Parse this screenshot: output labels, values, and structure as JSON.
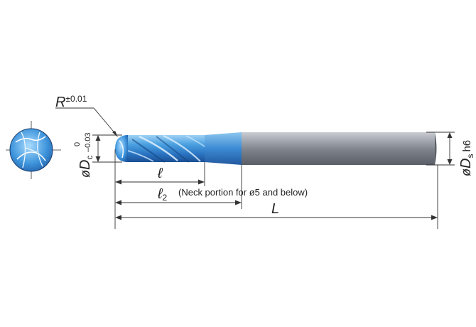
{
  "radius_label": {
    "symbol": "R",
    "tolerance": "±0.01"
  },
  "cutting_diameter_label": {
    "prefix": "ø",
    "symbol": "D",
    "subscript": "c",
    "tol_upper": "0",
    "tol_lower": "–0.03"
  },
  "shank_diameter_label": {
    "prefix": "ø",
    "symbol": "D",
    "subscript": "s",
    "tolerance": "h6"
  },
  "flute_length_label": {
    "symbol": "ℓ"
  },
  "neck_length_label": {
    "symbol": "ℓ",
    "subscript": "2",
    "note": "(Neck portion  for ø5 and below)"
  },
  "overall_length_label": {
    "symbol": "L"
  },
  "colors": {
    "coating": "#3a8fd6",
    "coating_dark": "#1f5fa8",
    "shank": "#8a8f98",
    "line": "#333333"
  },
  "icons": {
    "end_view": "ball-end-cross-section-icon"
  }
}
